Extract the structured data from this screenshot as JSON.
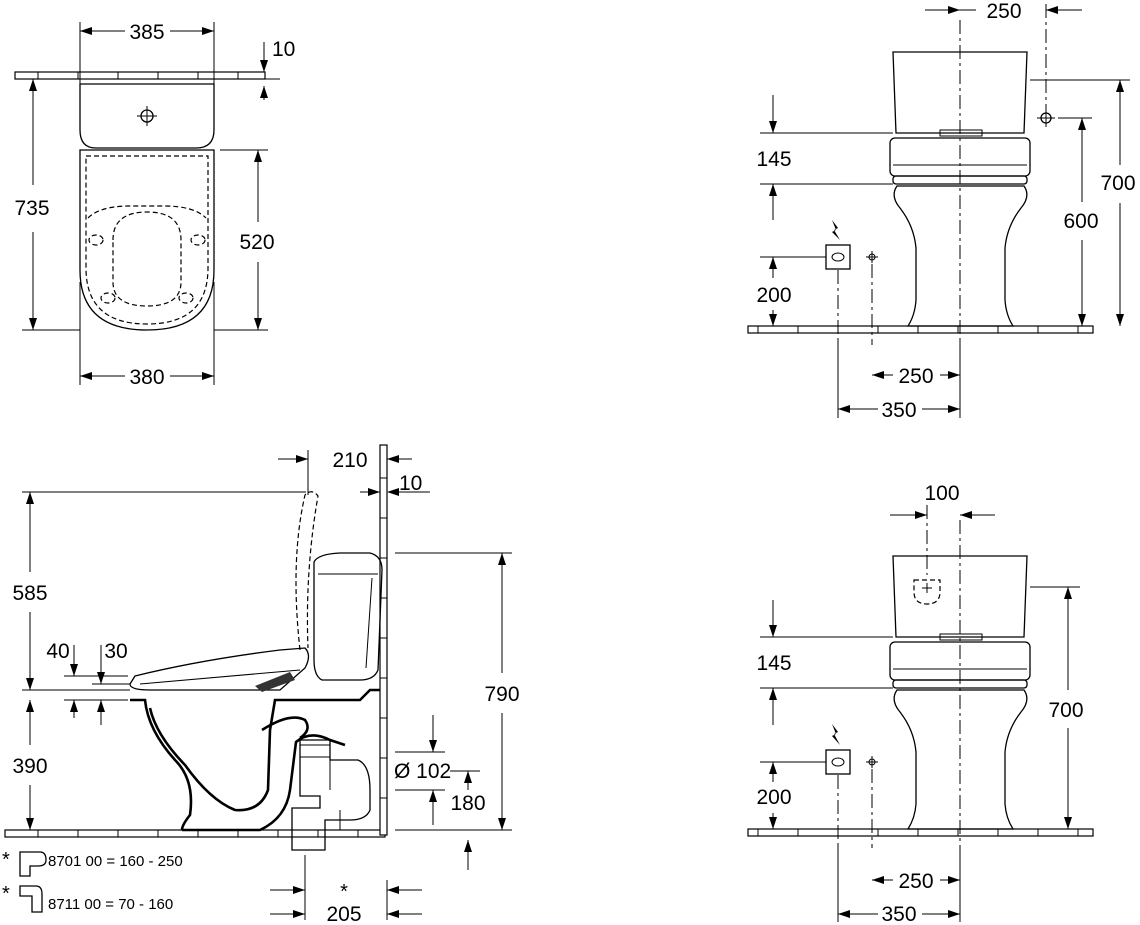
{
  "top_view": {
    "width_tank": "385",
    "wall_gap": "10",
    "depth_total": "735",
    "seat_depth": "520",
    "width_bowl": "380"
  },
  "front_view_upper": {
    "top_offset": "250",
    "tank_height": "145",
    "total_height": "700",
    "inlet_height": "600",
    "socket_height": "200",
    "socket_offset": "250",
    "half_width": "350"
  },
  "side_view": {
    "lid_offset": "210",
    "wall_gap": "10",
    "lid_height": "585",
    "seat_thickness_a": "40",
    "seat_thickness_b": "30",
    "seat_height": "390",
    "tank_height": "790",
    "outlet_diameter": "Ø 102",
    "outlet_height": "180",
    "outlet_distance": "205",
    "asterisk": "*"
  },
  "notes": {
    "line1": "8701 00  = 160 -  250",
    "line2": "8711 00  =  70 - 160",
    "marker": "*"
  },
  "front_view_lower": {
    "top_offset": "100",
    "tank_height": "145",
    "total_height": "700",
    "socket_height": "200",
    "socket_offset": "250",
    "half_width": "350"
  }
}
